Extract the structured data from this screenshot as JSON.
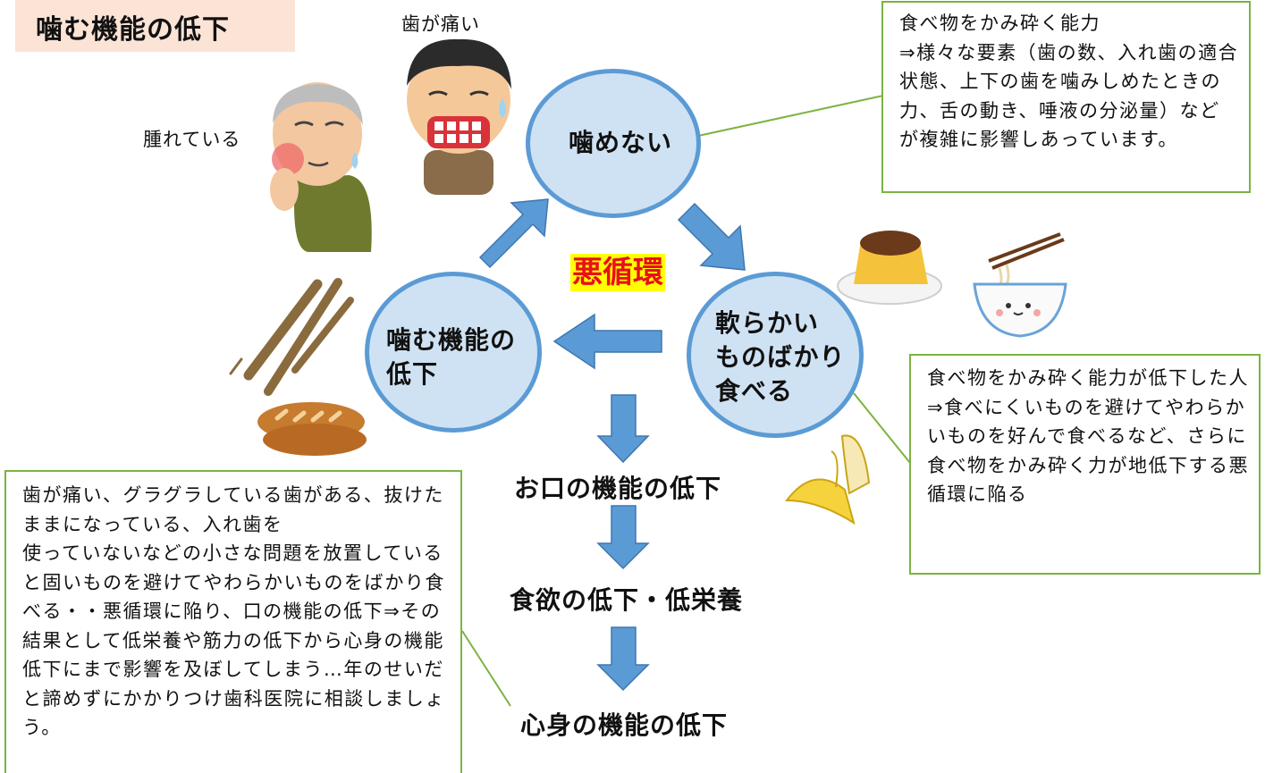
{
  "title": "噛む機能の低下",
  "labels": {
    "toothache": "歯が痛い",
    "swollen": "腫れている"
  },
  "cycle": {
    "center": "悪循環",
    "cannot_chew": "噛めない",
    "soft_food_lines": [
      "軟らかい",
      "ものばかり",
      "食べる"
    ],
    "chewing_decline_lines": [
      "噛む機能の",
      "低下"
    ]
  },
  "flow": [
    "お口の機能の低下",
    "食欲の低下・低栄養",
    "心身の機能の低下"
  ],
  "callouts": {
    "top_right": "食べ物をかみ砕く能力\n⇒様々な要素（歯の数、入れ歯の適合状態、上下の歯を噛みしめたときの力、舌の動き、唾液の分泌量）などが複雑に影響しあっています。",
    "mid_right": "食べ物をかみ砕く能力が低下した人\n⇒食べにくいものを避けてやわらかいものを好んで食べるなど、さらに食べ物をかみ砕く力が地低下する悪循環に陥る",
    "bottom_left": "歯が痛い、グラグラしている歯がある、抜けたままになっている、入れ歯を\n使っていないなどの小さな問題を放置していると固いものを避けてやわらかいものをばかり食べる・・悪循環に陥り、口の機能の低下⇒その結果として低栄養や筋力の低下から心身の機能低下にまで影響を及ぼしてしまう…年のせいだと諦めずにかかりつけ歯科医院に相談しましょう。"
  },
  "colors": {
    "circle_fill": "#cfe2f3",
    "circle_stroke": "#5b9bd5",
    "arrow": "#5b9bd5",
    "callout_border": "#7cb342",
    "title_bg": "#fbe3d6",
    "vicious_bg": "#ffff00",
    "vicious_text": "#e8101a"
  },
  "icons": [
    "man-toothache-icon",
    "elderly-swollen-cheek-icon",
    "burdock-root-icon",
    "baguette-icon",
    "pudding-icon",
    "noodle-bowl-icon",
    "banana-icon"
  ]
}
